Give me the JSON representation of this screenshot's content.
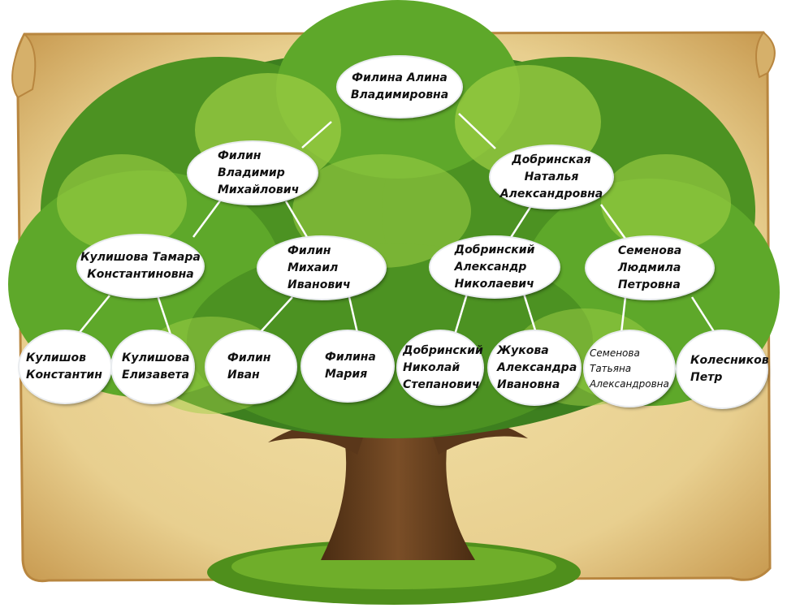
{
  "colors": {
    "parchment": "#e8cf8f",
    "parchment_edge": "#c89a50",
    "foliage_dark": "#3d7f1f",
    "foliage_mid": "#5ea82a",
    "foliage_light": "#9fd045",
    "trunk": "#6b4423",
    "grass": "#4f8f1c",
    "connector": "#ffffff",
    "node_fill": "#ffffff",
    "text": "#111111"
  },
  "family_tree": {
    "root": {
      "name": "Филина Алина\nВладимировна"
    },
    "parents": [
      {
        "name": "Филин\nВладимир\nМихайлович"
      },
      {
        "name": "Добринская\nНаталья\nАлександровна"
      }
    ],
    "grandparents": [
      {
        "name": "Кулишова Тамара\nКонстантиновна"
      },
      {
        "name": "Филин\nМихаил\nИванович"
      },
      {
        "name": "Добринский\nАлександр\nНиколаевич"
      },
      {
        "name": "Семенова\nЛюдмила\nПетровна"
      }
    ],
    "great_grandparents": [
      {
        "name": "Кулишов\nКонстантин"
      },
      {
        "name": "Кулишова\nЕлизавета"
      },
      {
        "name": "Филин\nИван"
      },
      {
        "name": "Филина\nМария"
      },
      {
        "name": "Добринский\nНиколай\nСтепанович"
      },
      {
        "name": "Жукова\nАлександра\nИвановна"
      },
      {
        "name": "Семенова\nТатьяна\nАлександровна"
      },
      {
        "name": "Колесников\nПетр"
      }
    ]
  }
}
